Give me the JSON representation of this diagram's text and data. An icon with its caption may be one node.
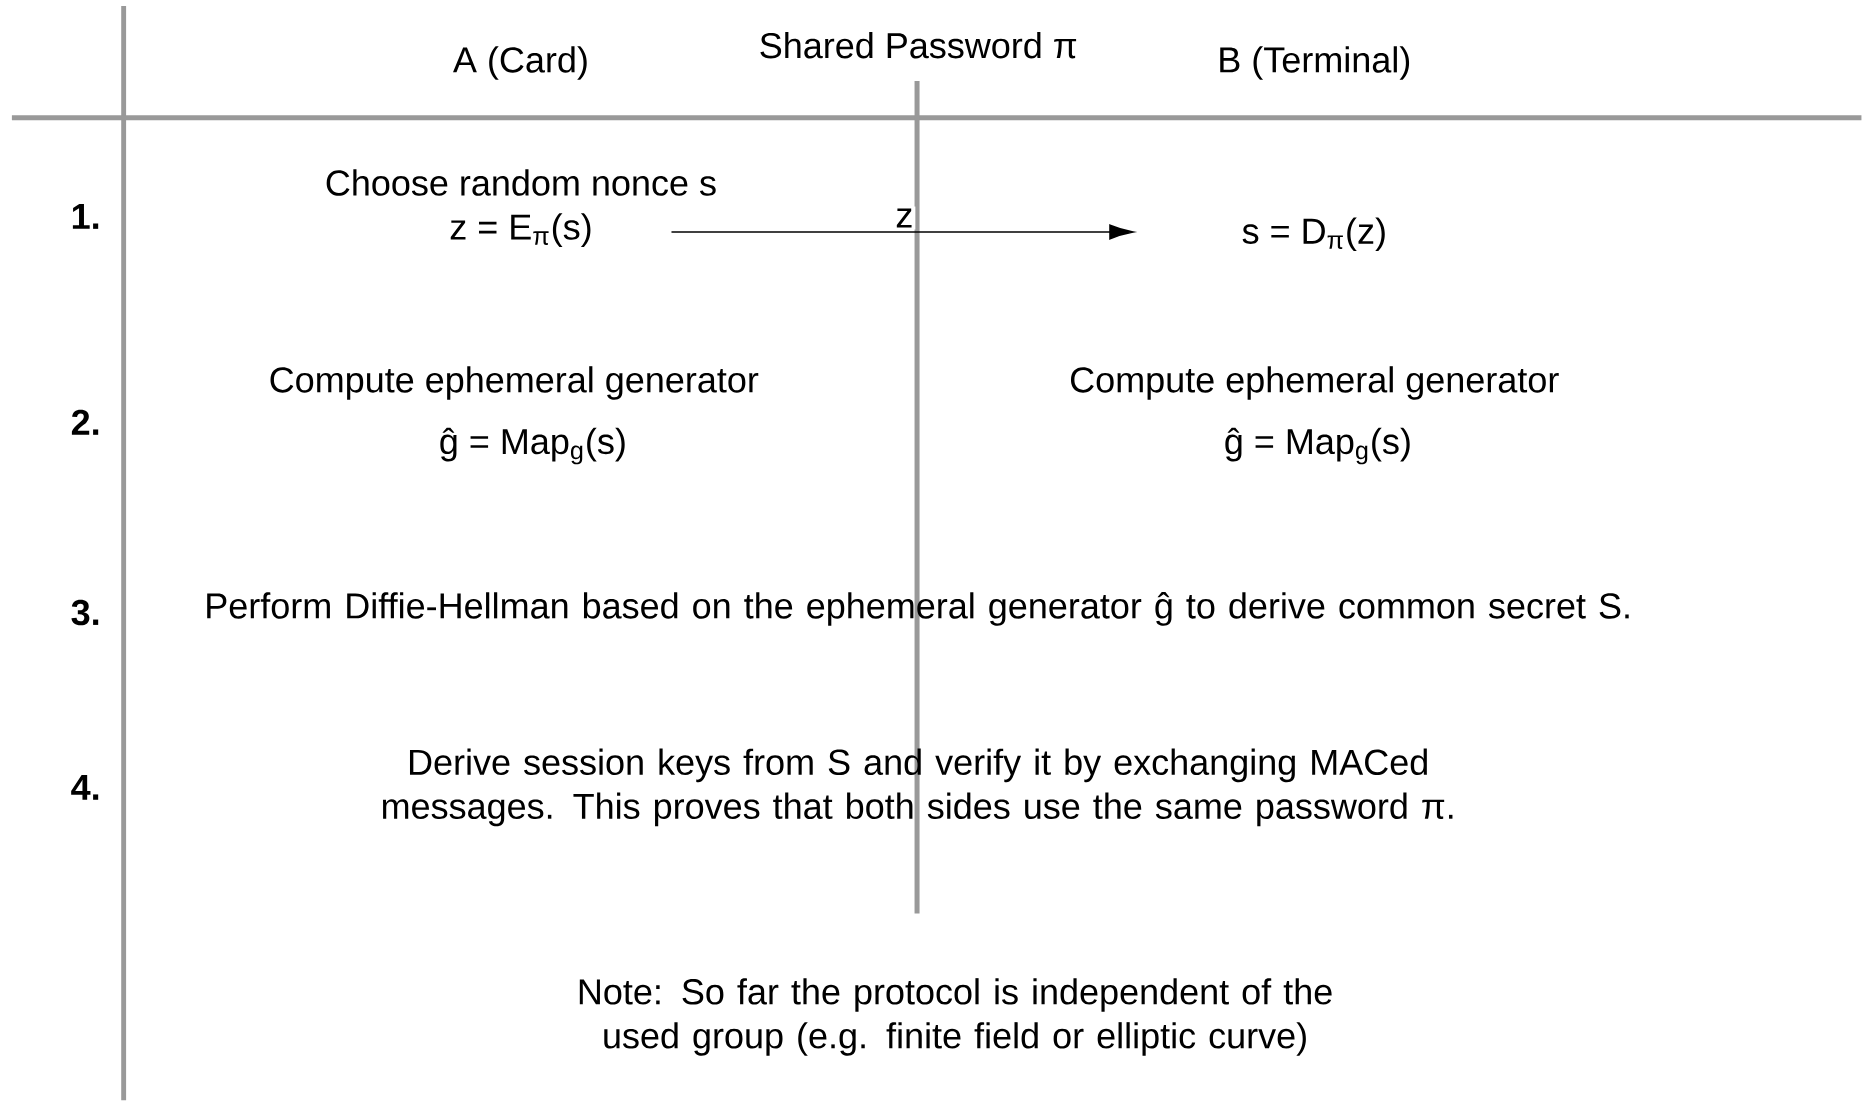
{
  "diagram": {
    "nodes": [
      {
        "text": [
          "Choose random nonce s",
          "z = E$_{π}$(s)"
        ]
      },
      {
        "text": [
          "s = D$_{π}$(z)"
        ]
      }
    ],
    "edges": [
      {
        "from": 0,
        "to": 1,
        "arrow": "to",
        "label": "z"
      }
    ],
    "labels": [
      "A (Card)",
      "Shared Password π",
      "B (Terminal)",
      "1.",
      "2.",
      "Compute ephemeral generator",
      "ĝ = Map$_{g}$(s)",
      "Compute ephemeral generator",
      "ĝ = Map$_{g}$(s)",
      "3.",
      "Perform Diffie-Hellman based on the ephemeral generator ĝ to derive common secret S.",
      "4.",
      "Derive session keys from S and verify it by exchanging MACed messages. This proves that both sides use the same password π.",
      "Note: So far the protocol is independent of the used group (e.g. finite field or elliptic curve)"
    ]
  }
}
